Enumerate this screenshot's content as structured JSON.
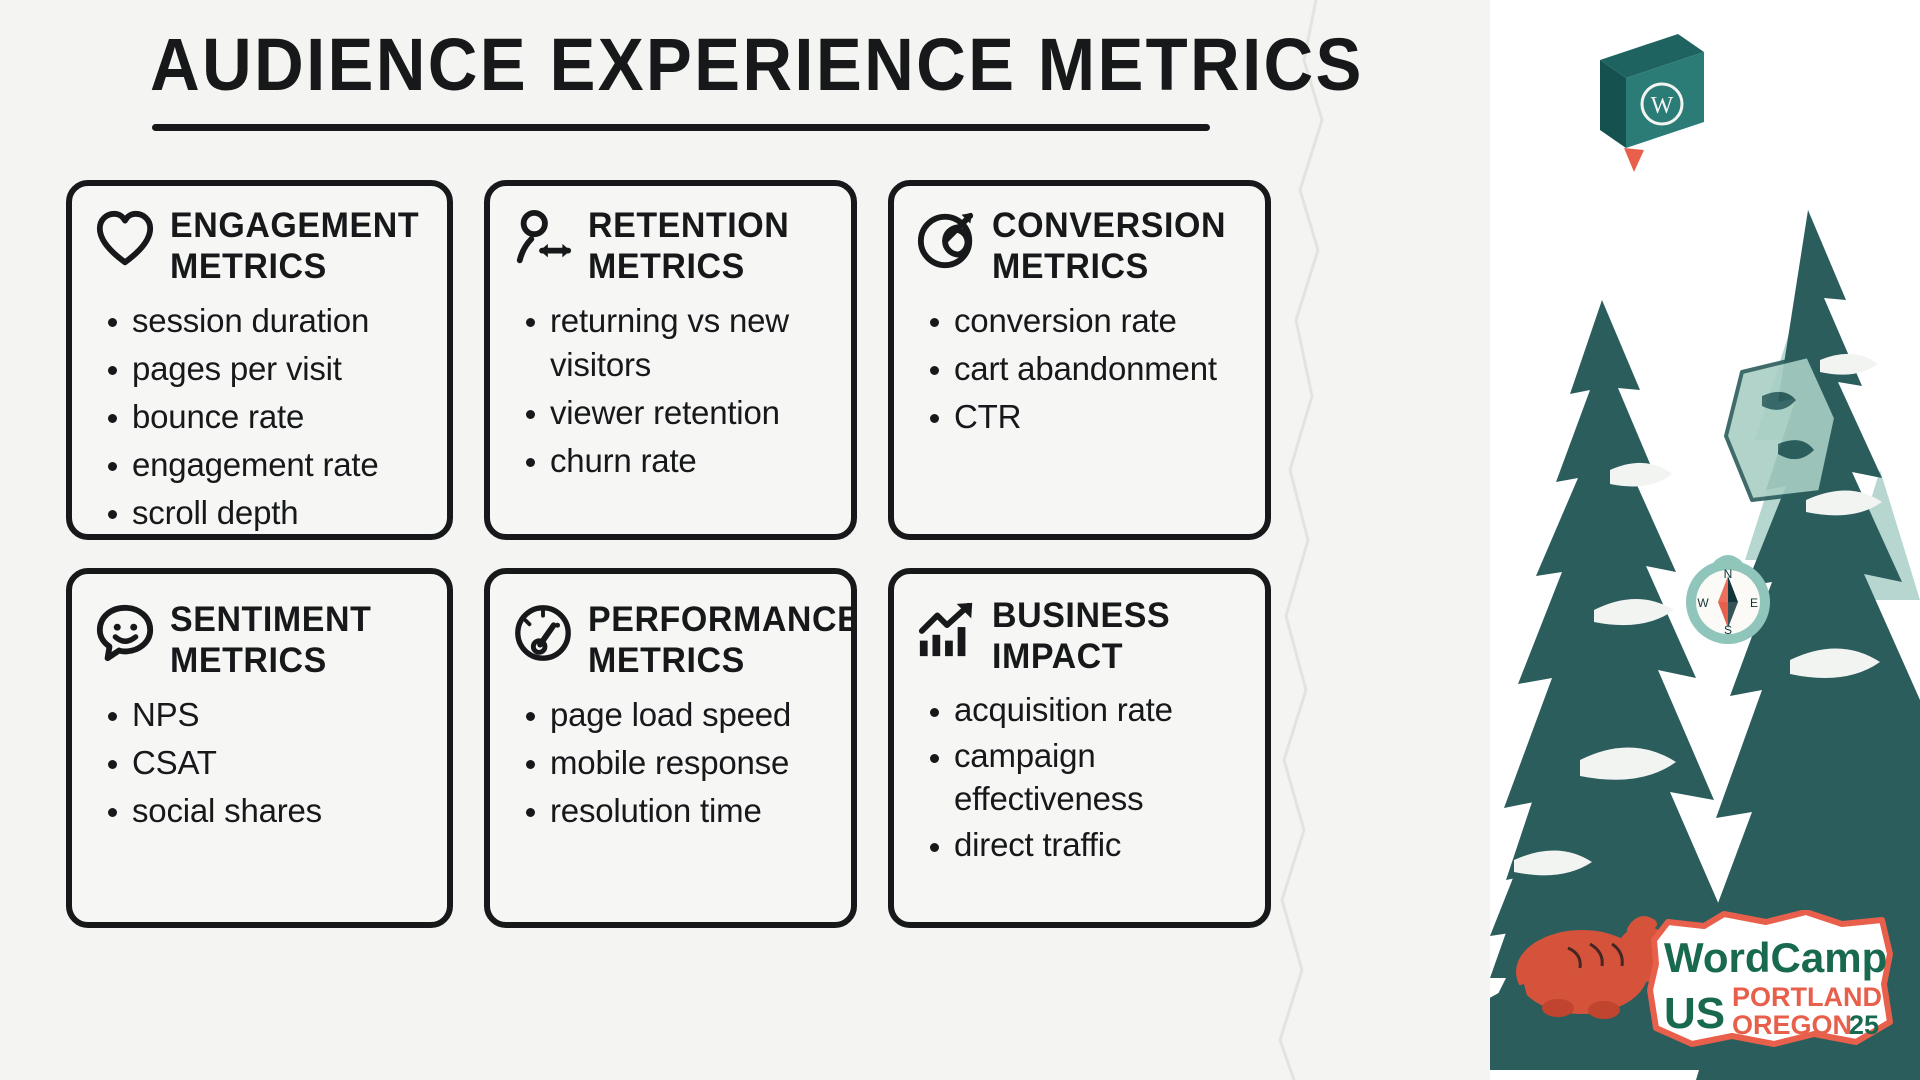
{
  "page": {
    "title": "AUDIENCE EXPERIENCE METRICS",
    "background_color": "#f4f4f2",
    "ink_color": "#16181a"
  },
  "cards": [
    {
      "id": "engagement",
      "icon": "heart-icon",
      "title": "ENGAGEMENT METRICS",
      "items": [
        "session duration",
        "pages per visit",
        "bounce rate",
        "engagement rate",
        "scroll depth"
      ]
    },
    {
      "id": "retention",
      "icon": "person-arrows-icon",
      "title": "RETENTION METRICS",
      "items": [
        "returning vs new visitors",
        "viewer retention",
        "churn rate"
      ]
    },
    {
      "id": "conversion",
      "icon": "target-arrow-icon",
      "title": "CONVERSION METRICS",
      "items": [
        "conversion rate",
        "cart abandonment",
        "CTR"
      ]
    },
    {
      "id": "sentiment",
      "icon": "smiley-speech-bubble-icon",
      "title": "SENTIMENT METRICS",
      "items": [
        "NPS",
        "CSAT",
        "social shares"
      ]
    },
    {
      "id": "performance",
      "icon": "gauge-icon",
      "title": "PERFORMANCE METRICS",
      "items": [
        "page load speed",
        "mobile response",
        "resolution time"
      ]
    },
    {
      "id": "business",
      "icon": "bar-chart-arrow-up-icon",
      "title": "BUSINESS IMPACT",
      "items": [
        "acquisition rate",
        "campaign effectiveness",
        "direct traffic"
      ]
    }
  ],
  "illustration": {
    "tree_color": "#2b5d5c",
    "tree_color_light": "#7cb3aa",
    "snow_color": "#f2f4f2",
    "beaver_color": "#d4533a",
    "compass": {
      "labels": [
        "N",
        "E",
        "S",
        "W"
      ],
      "ring_color": "#8fc5ba",
      "needle_north": "#12343b",
      "needle_south": "#e8604c"
    },
    "book": {
      "glyph": "W",
      "cover_color": "#17514f"
    }
  },
  "logo": {
    "line1": "WordCamp",
    "line2": "US",
    "line3a": "PORTLAND",
    "line3b": "OREGON",
    "year": "25",
    "green": "#18694f",
    "orange": "#e8604c",
    "outline": "#e8604c",
    "fill": "#ffffff"
  }
}
